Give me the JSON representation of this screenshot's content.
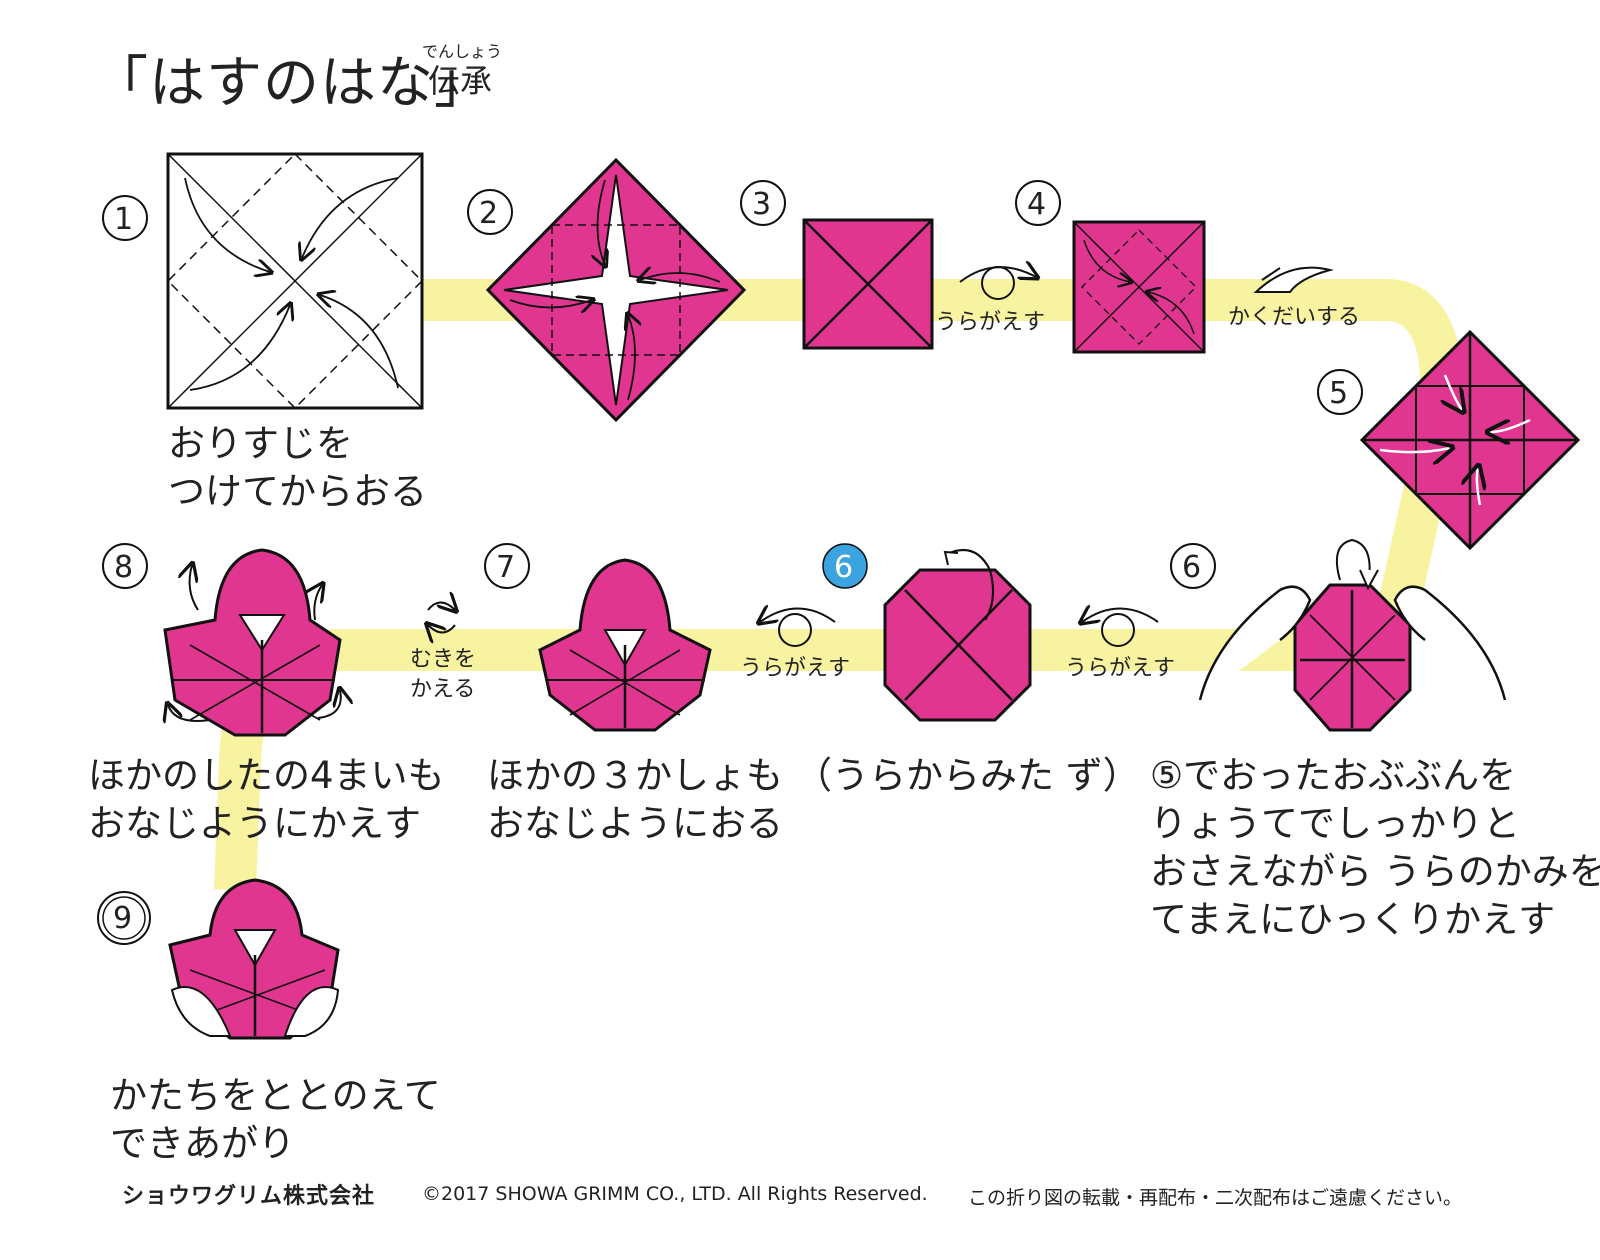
{
  "header": {
    "title": "「はすのはな」",
    "subtitle_ruby": "でんしょう",
    "subtitle": "伝承"
  },
  "colors": {
    "paper_pink": "#e0368f",
    "path_yellow": "#f8f3a0",
    "line_black": "#111111",
    "step_badge_blue": "#3aa3e0"
  },
  "steps": [
    {
      "number": "1",
      "caption": "おりすじを\nつけてからおる"
    },
    {
      "number": "2",
      "caption": ""
    },
    {
      "number": "3",
      "caption": ""
    },
    {
      "number": "4",
      "caption": ""
    },
    {
      "number": "5",
      "caption": ""
    },
    {
      "number": "6",
      "caption": "⑤でおったおぶぶんを\nりょうてでしっかりと\nおさえながら うらのかみを\nてまえにひっくりかえす"
    },
    {
      "number": "6",
      "caption": "（うらからみた ず）",
      "highlight": true
    },
    {
      "number": "7",
      "caption": "ほかの３かしょも\nおなじようにおる"
    },
    {
      "number": "8",
      "caption": "ほかのしたの4まいも\nおなじようにかえす"
    },
    {
      "number": "9",
      "caption": "かたちをととのえて\nできあがり"
    }
  ],
  "path_labels": {
    "flip_1": "うらがえす",
    "enlarge": "かくだいする",
    "flip_2": "うらがえす",
    "flip_3": "うらがえす",
    "rotate": "むきを\nかえる"
  },
  "footer": {
    "logo": "ショウワグリム株式会社",
    "copyright": "©2017 SHOWA GRIMM CO., LTD. All Rights Reserved.",
    "notice": "この折り図の転載・再配布・二次配布はご遠慮ください。"
  }
}
